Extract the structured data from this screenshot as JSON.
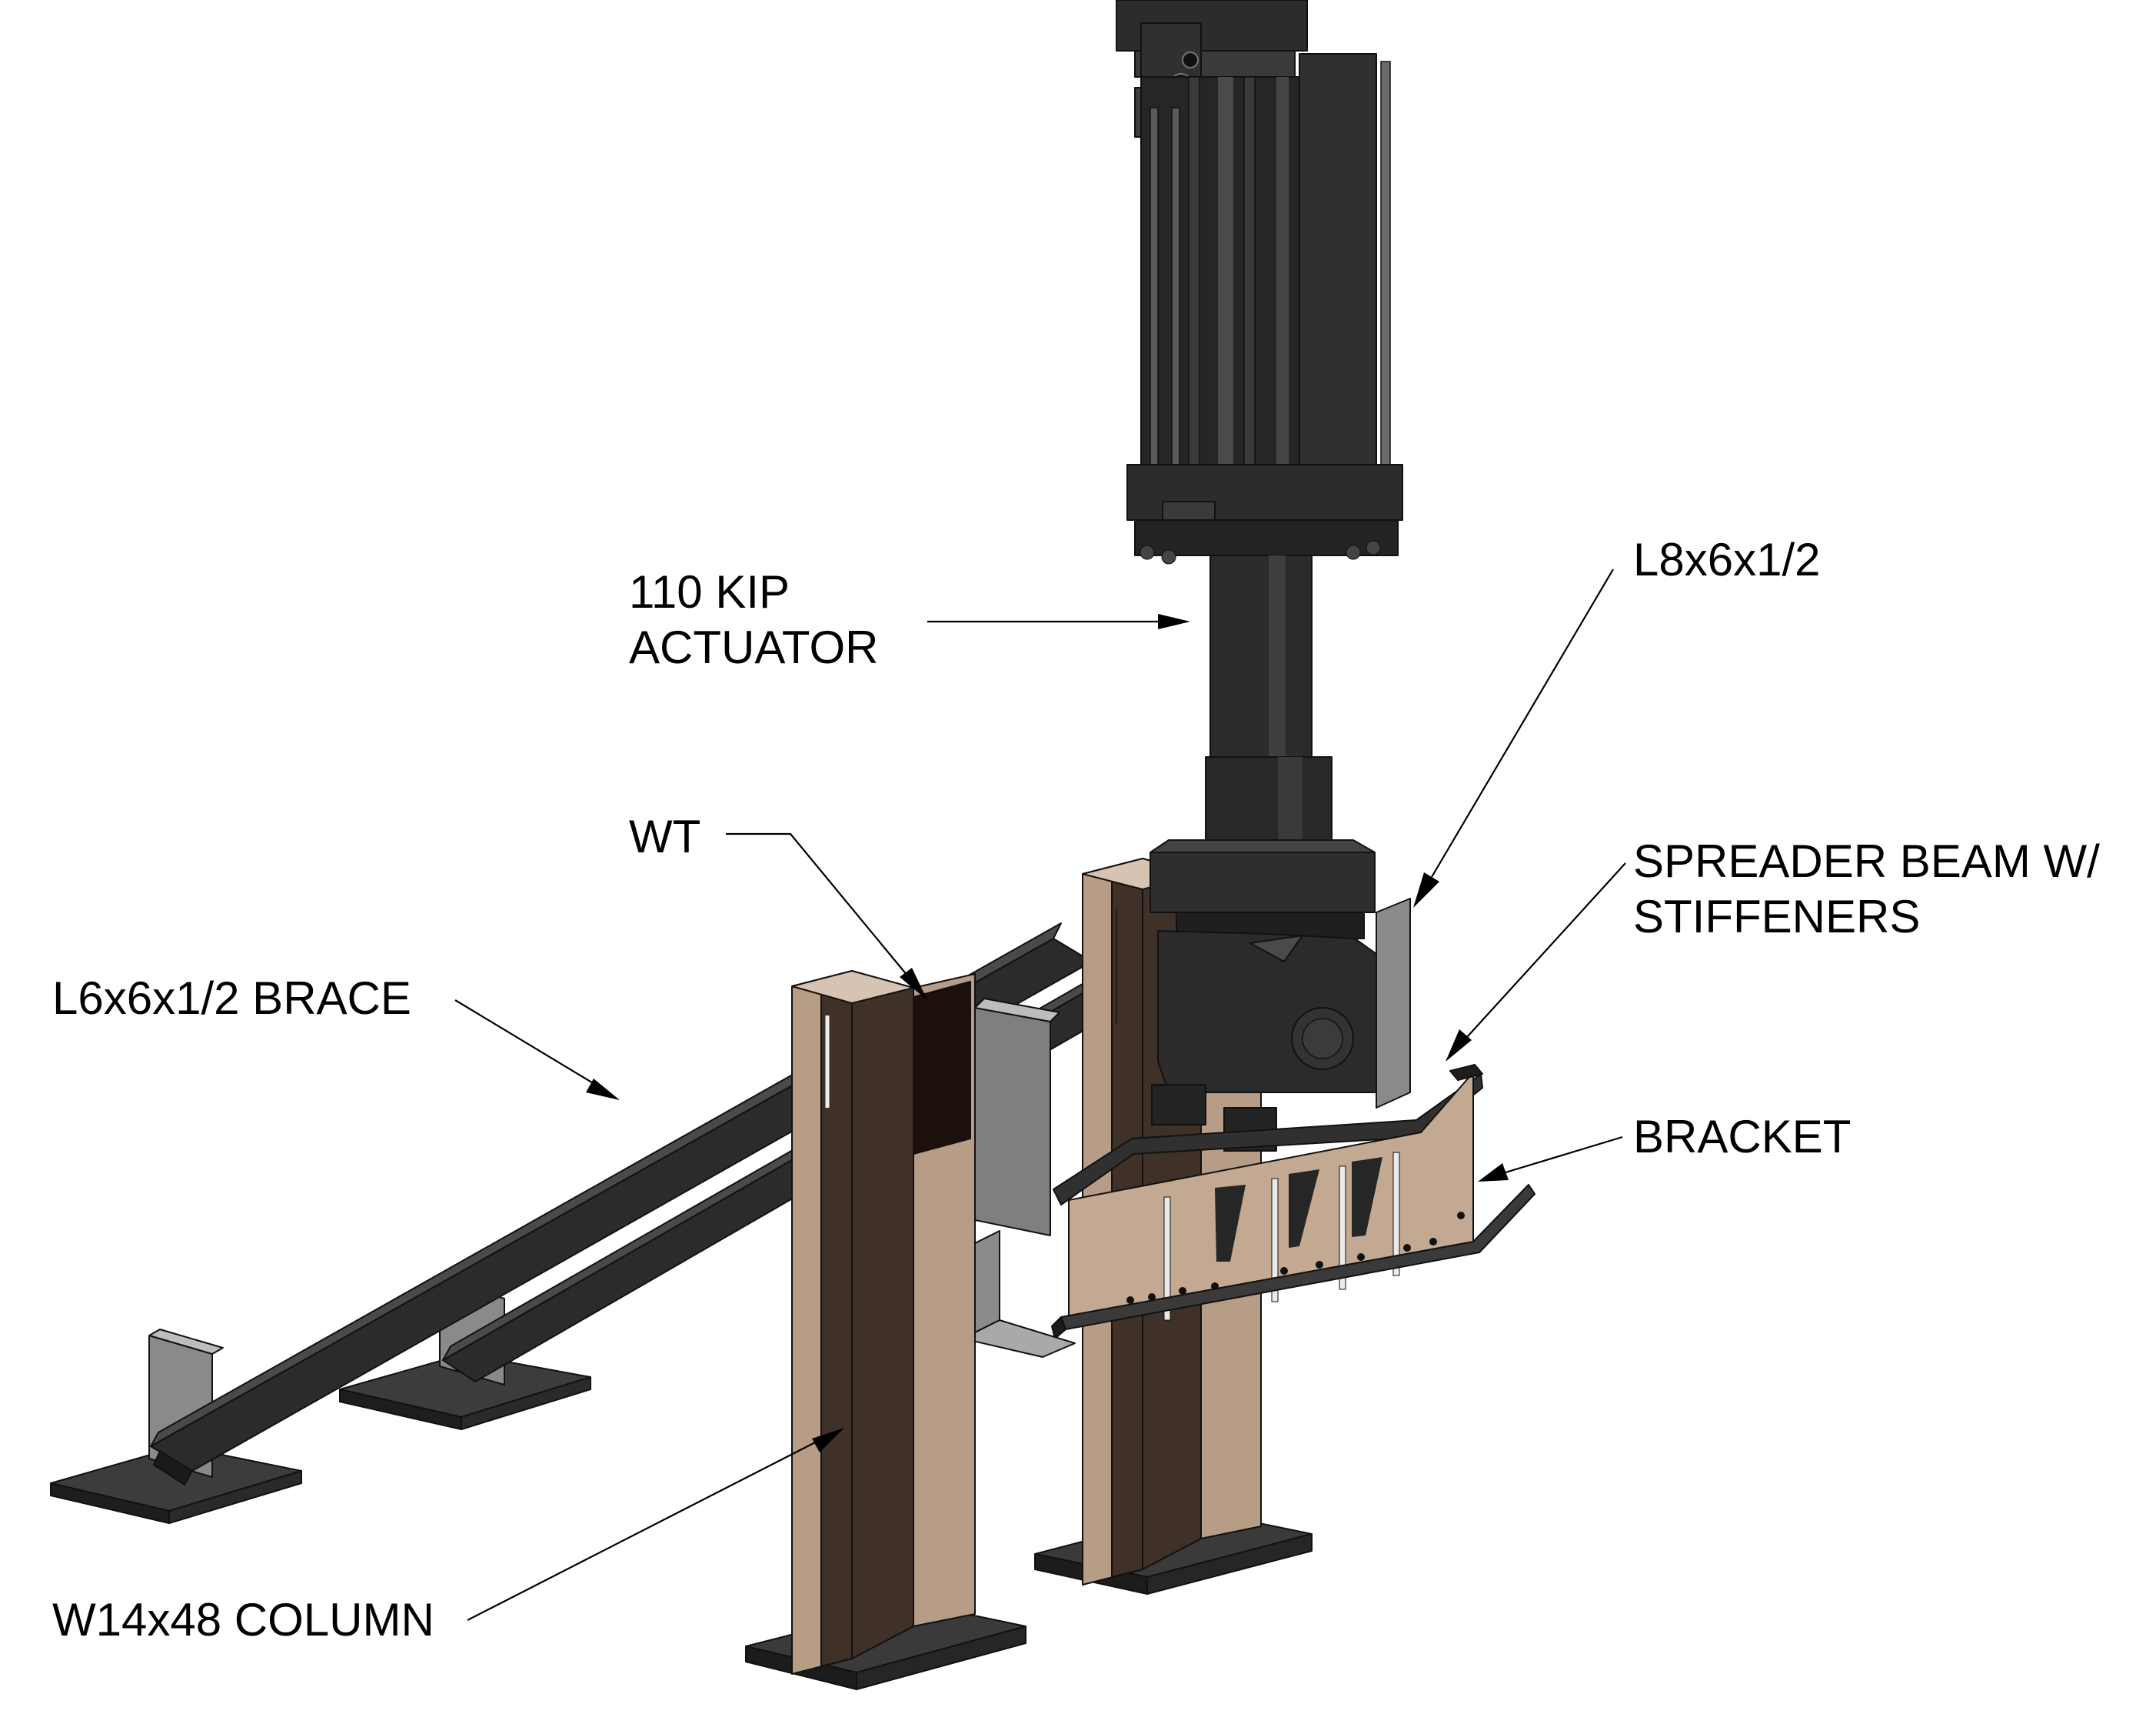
{
  "labels": {
    "actuator_line1": "110 KIP",
    "actuator_line2": "ACTUATOR",
    "angle": "L8x6x1/2",
    "wt": "WT",
    "spreader_line1": "SPREADER BEAM W/",
    "spreader_line2": "STIFFENERS",
    "brace": "L6x6x1/2 BRACE",
    "bracket": "BRACKET",
    "column": "W14x48 COLUMN"
  },
  "colors": {
    "steel_dark": "#2e2e2e",
    "steel_mid": "#3a3a3a",
    "steel_light": "#555555",
    "plate_grey": "#7f7f7f",
    "plate_light": "#a9a9a9",
    "column_tan": "#b79c86",
    "column_shadow": "#3f3128",
    "wt_dark": "#1c100a",
    "line": "#000000"
  }
}
